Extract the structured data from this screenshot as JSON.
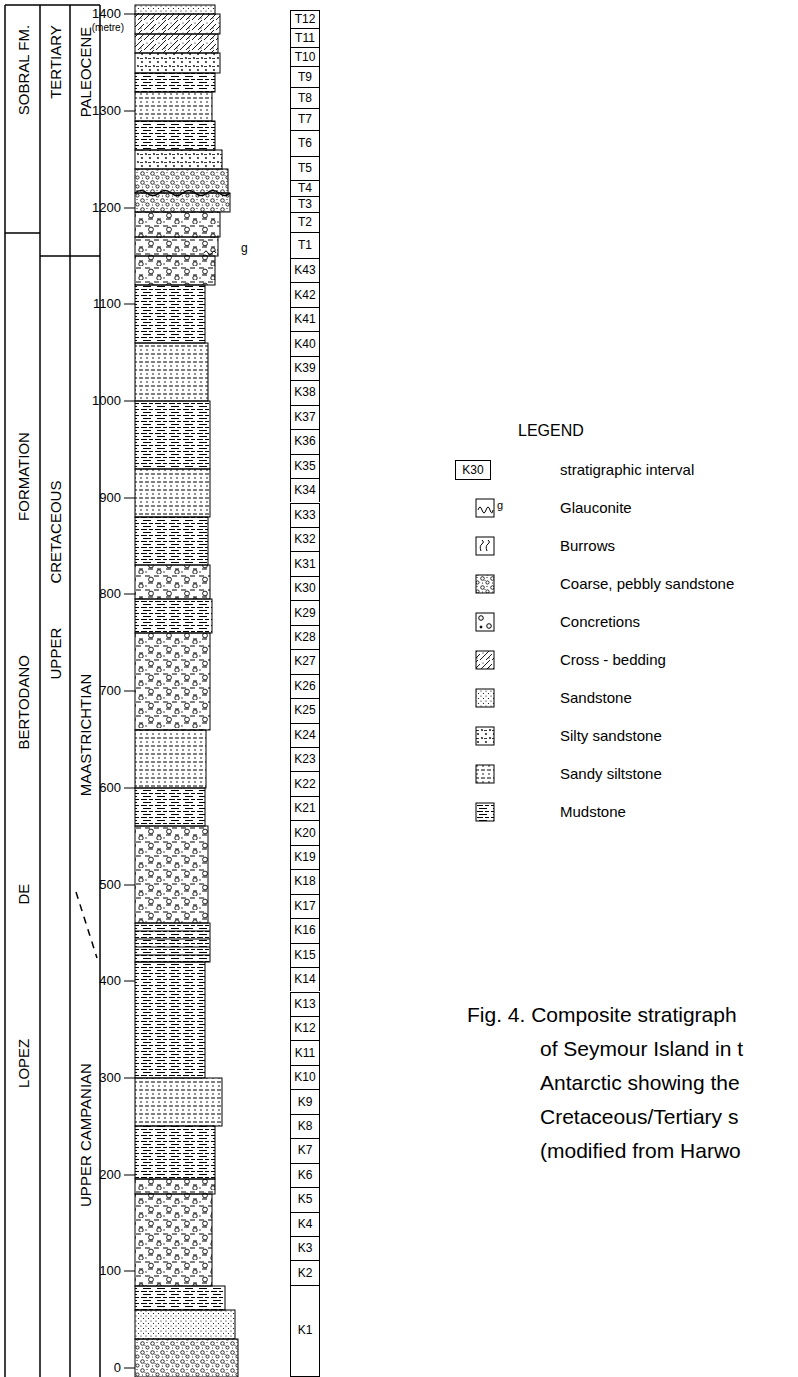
{
  "diagram": {
    "caption": "Fig. 4. Composite stratigraph of Seymour Island in t Antarctic showing the Cretaceous/Tertiary s (modified from Harwo",
    "nodes": [
      {
        "text": [
          "SOBRAL FM."
        ]
      },
      {
        "text": [
          "LOPEZ DE BERTODANO FORMATION"
        ]
      },
      {
        "text": [
          "TERTIARY"
        ]
      },
      {
        "text": [
          "UPPER CRETACEOUS"
        ]
      },
      {
        "text": [
          "PALEOCENE"
        ]
      },
      {
        "text": [
          "MAASTRICHTIAN"
        ]
      },
      {
        "text": [
          "UPPER CAMPANIAN"
        ]
      },
      {
        "text": [
          "T12"
        ]
      },
      {
        "text": [
          "T11"
        ]
      },
      {
        "text": [
          "T10"
        ]
      },
      {
        "text": [
          "T9"
        ]
      },
      {
        "text": [
          "T8"
        ]
      },
      {
        "text": [
          "T7"
        ]
      },
      {
        "text": [
          "T6"
        ]
      },
      {
        "text": [
          "T5"
        ]
      },
      {
        "text": [
          "T4"
        ]
      },
      {
        "text": [
          "T3"
        ]
      },
      {
        "text": [
          "T2"
        ]
      },
      {
        "text": [
          "T1"
        ]
      },
      {
        "text": [
          "K43"
        ]
      },
      {
        "text": [
          "K42"
        ]
      },
      {
        "text": [
          "K41"
        ]
      },
      {
        "text": [
          "K40"
        ]
      },
      {
        "text": [
          "K39"
        ]
      },
      {
        "text": [
          "K38"
        ]
      },
      {
        "text": [
          "K37"
        ]
      },
      {
        "text": [
          "K36"
        ]
      },
      {
        "text": [
          "K35"
        ]
      },
      {
        "text": [
          "K34"
        ]
      },
      {
        "text": [
          "K33"
        ]
      },
      {
        "text": [
          "K32"
        ]
      },
      {
        "text": [
          "K31"
        ]
      },
      {
        "text": [
          "K30"
        ]
      },
      {
        "text": [
          "K29"
        ]
      },
      {
        "text": [
          "K28"
        ]
      },
      {
        "text": [
          "K27"
        ]
      },
      {
        "text": [
          "K26"
        ]
      },
      {
        "text": [
          "K25"
        ]
      },
      {
        "text": [
          "K24"
        ]
      },
      {
        "text": [
          "K23"
        ]
      },
      {
        "text": [
          "K22"
        ]
      },
      {
        "text": [
          "K21"
        ]
      },
      {
        "text": [
          "K20"
        ]
      },
      {
        "text": [
          "K19"
        ]
      },
      {
        "text": [
          "K18"
        ]
      },
      {
        "text": [
          "K17"
        ]
      },
      {
        "text": [
          "K16"
        ]
      },
      {
        "text": [
          "K15"
        ]
      },
      {
        "text": [
          "K14"
        ]
      },
      {
        "text": [
          "K13"
        ]
      },
      {
        "text": [
          "K12"
        ]
      },
      {
        "text": [
          "K11"
        ]
      },
      {
        "text": [
          "K10"
        ]
      },
      {
        "text": [
          "K9"
        ]
      },
      {
        "text": [
          "K8"
        ]
      },
      {
        "text": [
          "K7"
        ]
      },
      {
        "text": [
          "K6"
        ]
      },
      {
        "text": [
          "K5"
        ]
      },
      {
        "text": [
          "K4"
        ]
      },
      {
        "text": [
          "K3"
        ]
      },
      {
        "text": [
          "K2"
        ]
      },
      {
        "text": [
          "K1"
        ]
      }
    ],
    "labels": [
      "1400",
      "(metre)",
      "1300",
      "1200",
      "1100",
      "1000",
      "900",
      "800",
      "700",
      "600",
      "500",
      "400",
      "300",
      "200",
      "100",
      "0",
      "g",
      "LEGEND",
      "K30",
      "g"
    ],
    "legend": [
      {
        "text": "stratigraphic interval"
      },
      {
        "text": "Glauconite"
      },
      {
        "text": "Burrows"
      },
      {
        "text": "Coarse, pebbly sandstone"
      },
      {
        "text": "Concretions"
      },
      {
        "text": "Cross - bedding"
      },
      {
        "text": "Sandstone"
      },
      {
        "text": "Silty sandstone"
      },
      {
        "text": "Sandy siltstone"
      },
      {
        "text": "Mudstone"
      }
    ]
  }
}
